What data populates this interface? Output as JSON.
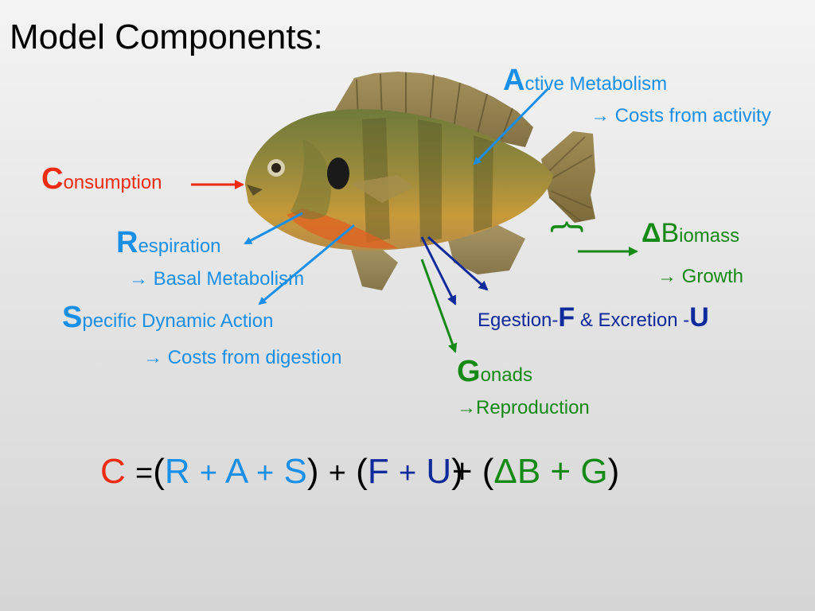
{
  "title": "Model Components:",
  "labels": {
    "active": {
      "cap": "A",
      "rest": "ctive Metabolism",
      "sub": "→ Costs from activity"
    },
    "consumption": {
      "cap": "C",
      "rest": "onsumption"
    },
    "respiration": {
      "cap": "R",
      "rest": "espiration",
      "sub": "→ Basal Metabolism"
    },
    "sda": {
      "cap": "S",
      "rest": "pecific Dynamic Action",
      "sub": "→ Costs from digestion"
    },
    "biomass": {
      "cap": "Δ",
      "mid": "B",
      "rest": "iomass",
      "sub": "→ Growth"
    },
    "egestion": {
      "pre": "Egestion-",
      "f": "F",
      "mid": " & Excretion -",
      "u": "U"
    },
    "gonads": {
      "cap": "G",
      "rest": "onads",
      "sub": "→Reproduction"
    },
    "brace": "}"
  },
  "equation": {
    "c": "C",
    "eq": "=",
    "lp1": "(",
    "r": "R",
    "p1": "+",
    "a": "A",
    "p2": "+",
    "s": "S",
    "rp1": ")",
    "plus1": "+",
    "lp2": "(",
    "f": "F",
    "p3": "+",
    "u": "U",
    "rp2": ")",
    "plus2": "+",
    "lp3": "(",
    "db": "ΔB",
    "p4": "+",
    "g": "G",
    "rp3": ")"
  },
  "colors": {
    "blue": "#1a8fe8",
    "red": "#ee2a10",
    "green": "#168a16",
    "navy": "#0f2a9a"
  }
}
